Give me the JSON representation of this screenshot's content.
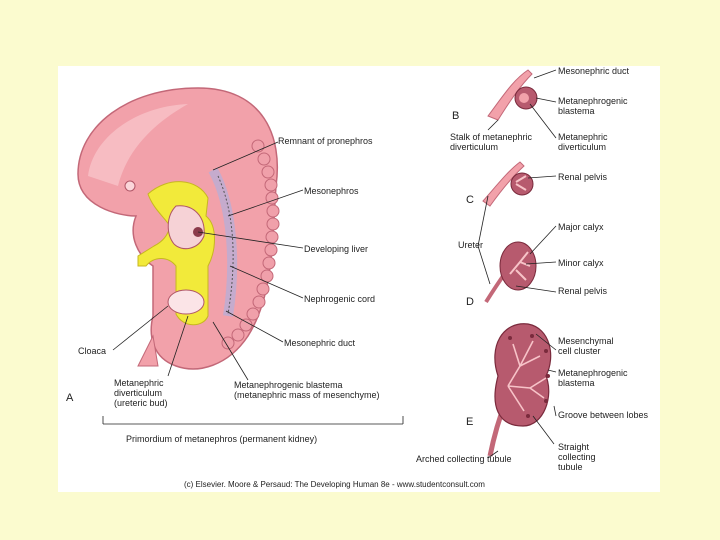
{
  "panels": {
    "a": "A",
    "b": "B",
    "c": "C",
    "d": "D",
    "e": "E"
  },
  "labels_a": {
    "remnant_pronephros": "Remnant of pronephros",
    "mesonephros": "Mesonephros",
    "developing_liver": "Developing liver",
    "nephrogenic_cord": "Nephrogenic cord",
    "mesonephric_duct": "Mesonephric duct",
    "cloaca": "Cloaca",
    "metanephric_diverticulum": [
      "Metanephric",
      "diverticulum",
      "(ureteric bud)"
    ],
    "metanephrogenic_blastema": [
      "Metanephrogenic blastema",
      "(metanephric mass of mesenchyme)"
    ],
    "primordium": "Primordium of metanephros (permanent kidney)"
  },
  "labels_right": {
    "mesonephric_duct": "Mesonephric duct",
    "metanephrogenic_blastema_b": [
      "Metanephrogenic",
      "blastema"
    ],
    "stalk": [
      "Stalk of metanephric",
      "diverticulum"
    ],
    "metanephric_diverticulum": [
      "Metanephric",
      "diverticulum"
    ],
    "renal_pelvis_c": "Renal pelvis",
    "major_calyx": "Major calyx",
    "ureter": "Ureter",
    "minor_calyx": "Minor calyx",
    "renal_pelvis_d": "Renal pelvis",
    "mesenchymal_cluster": [
      "Mesenchymal",
      "cell cluster"
    ],
    "metanephrogenic_blastema_e": [
      "Metanephrogenic",
      "blastema"
    ],
    "groove": "Groove between lobes",
    "arched_tubule": "Arched collecting tubule",
    "straight_tubule": [
      "Straight",
      "collecting",
      "tubule"
    ]
  },
  "credit": "(c) Elsevier. Moore & Persaud: The Developing Human 8e - www.studentconsult.com",
  "colors": {
    "background": "#fbfbcf",
    "embryo_pink": "#f2a1aa",
    "embryo_dark": "#d66d7a",
    "yellow_gut": "#f2ea3a",
    "kidney": "#b75a6e"
  }
}
